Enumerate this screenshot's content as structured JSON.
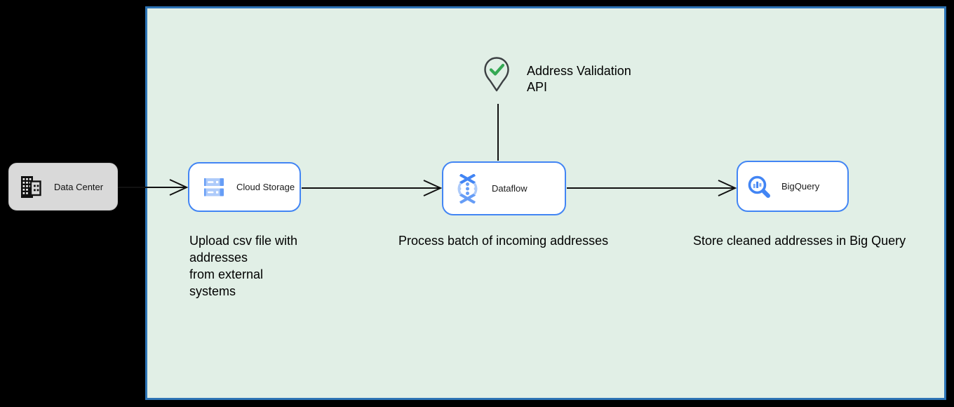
{
  "colors": {
    "background": "#000000",
    "panel_fill": "#e1efe6",
    "panel_border": "#2d74b5",
    "node_border": "#4285f4",
    "gcp_blue": "#4285f4",
    "gcp_blue_medium": "#669df6",
    "gcp_blue_light": "#aecbfa",
    "check_green": "#34a853",
    "pin_outline": "#3c4043",
    "data_center_fill": "#d9d9d9",
    "connector": "#111111",
    "text": "#000000"
  },
  "external": {
    "data_center_label": "Data Center"
  },
  "api_callout": {
    "label": "Address Validation\nAPI"
  },
  "nodes": {
    "cloud_storage": {
      "label": "Cloud Storage",
      "note": "Upload csv file with\naddresses\nfrom external\nsystems"
    },
    "dataflow": {
      "label": "Dataflow",
      "note": "Process batch of incoming addresses"
    },
    "bigquery": {
      "label": "BigQuery",
      "note": "Store cleaned addresses in Big Query"
    }
  }
}
